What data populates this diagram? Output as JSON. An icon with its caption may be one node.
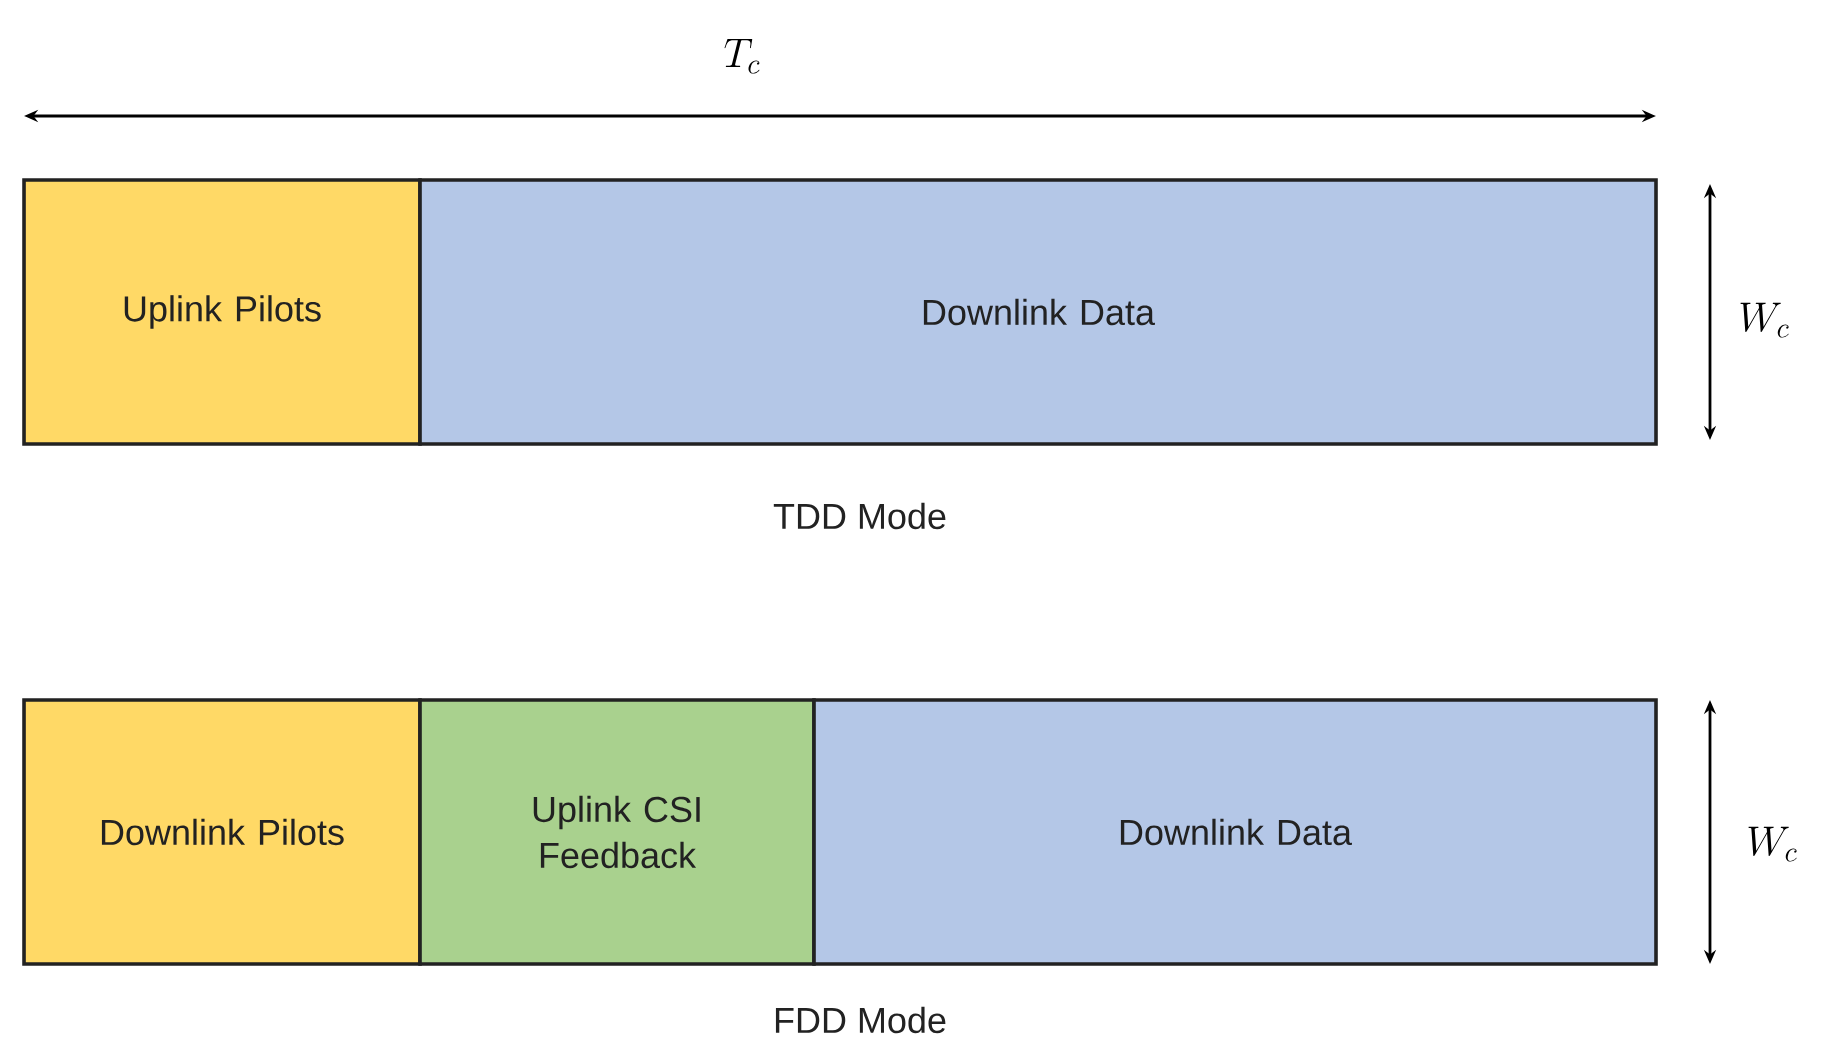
{
  "diagram": {
    "nodes": [
      {
        "text": [
          "Uplink Pilots"
        ]
      },
      {
        "text": [
          "Downlink Data"
        ]
      },
      {
        "text": [
          "Downlink Pilots"
        ]
      },
      {
        "text": [
          "Uplink CSI Feedback"
        ]
      },
      {
        "text": [
          "Downlink Data"
        ]
      }
    ],
    "labels": [
      "T_c",
      "W_c",
      "TDD Mode",
      "W_c",
      "FDD Mode"
    ]
  }
}
